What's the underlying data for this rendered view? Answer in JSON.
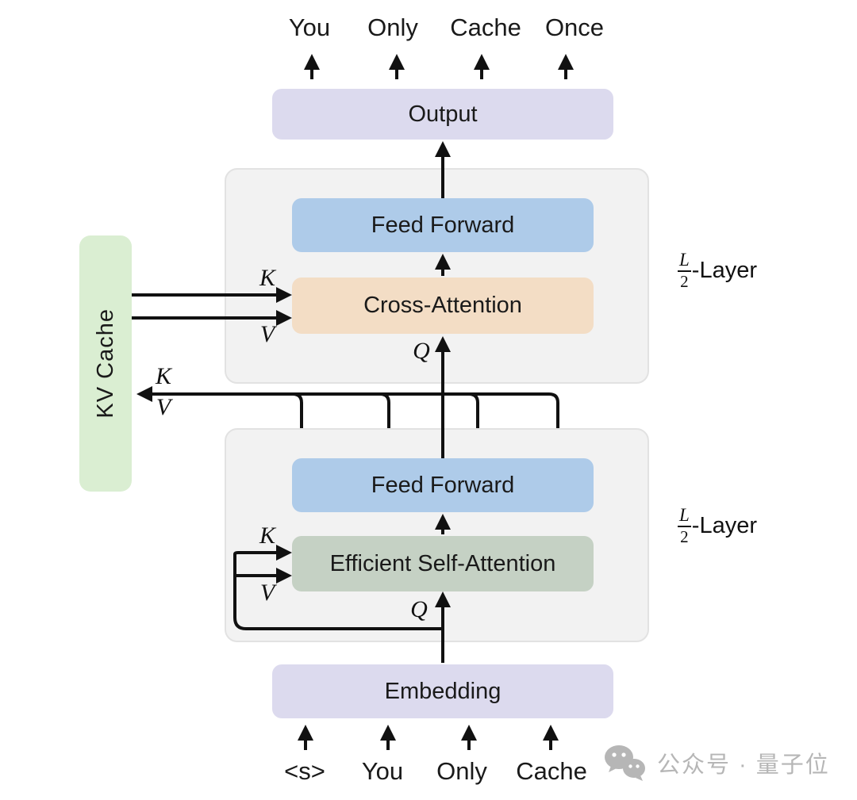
{
  "output_tokens": [
    "You",
    "Only",
    "Cache",
    "Once"
  ],
  "input_tokens": [
    "<s>",
    "You",
    "Only",
    "Cache"
  ],
  "boxes": {
    "output": "Output",
    "embedding": "Embedding",
    "kv_cache": "KV Cache",
    "cross_decoder": {
      "feed_forward": "Feed Forward",
      "cross_attention": "Cross-Attention"
    },
    "self_decoder": {
      "feed_forward": "Feed Forward",
      "self_attention": "Efficient Self-Attention"
    }
  },
  "math_labels": {
    "k": "K",
    "v": "V",
    "q": "Q"
  },
  "layer_label": {
    "numerator": "L",
    "denominator": "2",
    "suffix": "-Layer"
  },
  "watermark": "公众号 · 量子位",
  "colors": {
    "lavender": "#dcdaee",
    "blue": "#aecbe9",
    "tan": "#f3ddc5",
    "sage": "#c5d1c4",
    "green": "#daeed2",
    "blockBg": "#f2f2f2",
    "blockBorder": "#e2e2e2",
    "line": "#111111",
    "text": "#1a1a1a",
    "watermark": "#b6b6b6"
  }
}
